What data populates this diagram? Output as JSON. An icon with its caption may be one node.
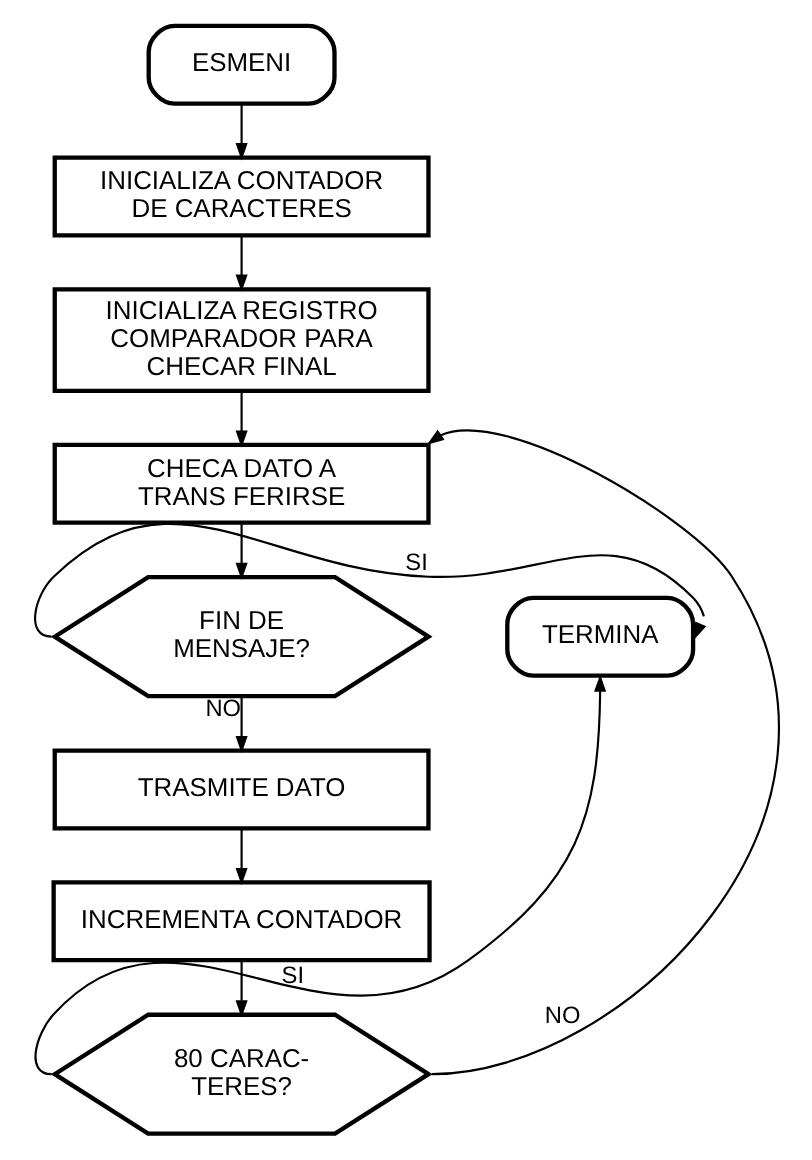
{
  "diagram": {
    "nodes": [
      {
        "text": [
          "ESMENI"
        ]
      },
      {
        "text": [
          "INICIALIZA CONTADOR DE CARACTERES"
        ]
      },
      {
        "text": [
          "INICIALIZA REGISTRO COMPARADOR PARA CHECAR FINAL"
        ]
      },
      {
        "text": [
          "CHECA DATO A TRANS FERIRSE"
        ]
      },
      {
        "text": [
          "FIN DE MENSAJE?"
        ]
      },
      {
        "text": [
          "TERMINA"
        ]
      },
      {
        "text": [
          "TRASMITE DATO"
        ]
      },
      {
        "text": [
          "INCREMENTA CONTADOR"
        ]
      },
      {
        "text": [
          "80 CARAC- TERES?"
        ]
      }
    ],
    "edges": [
      {
        "from": 0,
        "to": 1,
        "arrow": "to"
      },
      {
        "from": 1,
        "to": 2,
        "arrow": "to"
      },
      {
        "from": 2,
        "to": 3,
        "arrow": "to"
      },
      {
        "from": 3,
        "to": 4,
        "arrow": "to"
      },
      {
        "from": 4,
        "to": 5,
        "arrow": "to",
        "label": "SI"
      },
      {
        "from": 4,
        "to": 6,
        "arrow": "to",
        "label": "NO"
      },
      {
        "from": 6,
        "to": 7,
        "arrow": "to"
      },
      {
        "from": 7,
        "to": 8,
        "arrow": "to"
      },
      {
        "from": 8,
        "to": 5,
        "arrow": "to",
        "label": "SI"
      },
      {
        "from": 8,
        "to": 3,
        "arrow": "to",
        "label": "NO"
      }
    ]
  }
}
